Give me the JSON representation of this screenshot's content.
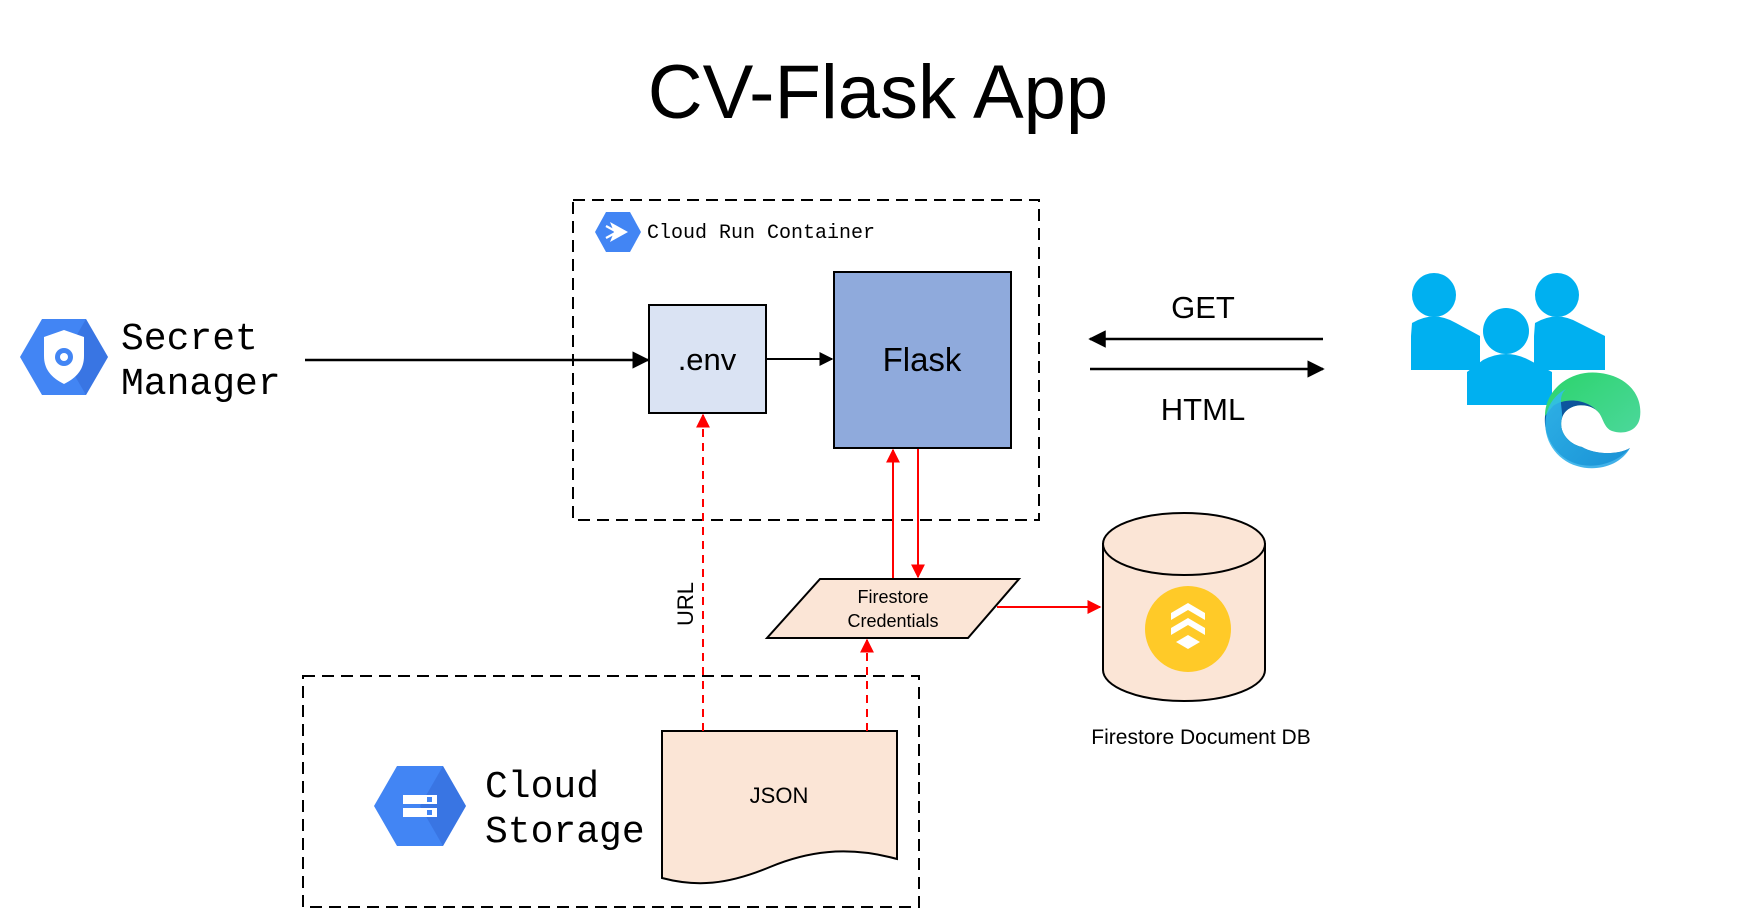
{
  "title": "CV-Flask App",
  "cloud_run": {
    "label": "Cloud Run Container"
  },
  "secret_manager": {
    "line1": "Secret",
    "line2": "Manager"
  },
  "env_box": {
    "label": ".env"
  },
  "flask_box": {
    "label": "Flask"
  },
  "arrows": {
    "get": "GET",
    "html": "HTML",
    "url": "URL"
  },
  "firestore_credentials": {
    "line1": "Firestore",
    "line2": "Credentials"
  },
  "firestore_db": {
    "label": "Firestore Document DB"
  },
  "cloud_storage": {
    "line1": "Cloud",
    "line2": "Storage"
  },
  "json_doc": {
    "label": "JSON"
  },
  "icons": {
    "secret_manager": "secret-manager-icon",
    "cloud_run": "cloud-run-icon",
    "cloud_storage": "cloud-storage-icon",
    "firestore": "firestore-icon",
    "users": "users-icon",
    "browser": "edge-browser-icon"
  },
  "colors": {
    "gcp_blue": "#4285F4",
    "gcp_dark_blue": "#3367D6",
    "env_fill": "#DAE3F3",
    "flask_fill": "#8FAADC",
    "peach_fill": "#FBE5D6",
    "firestore_yellow": "#FFCA28",
    "users_blue": "#00B0F0",
    "red_arrow": "#FF0000"
  }
}
